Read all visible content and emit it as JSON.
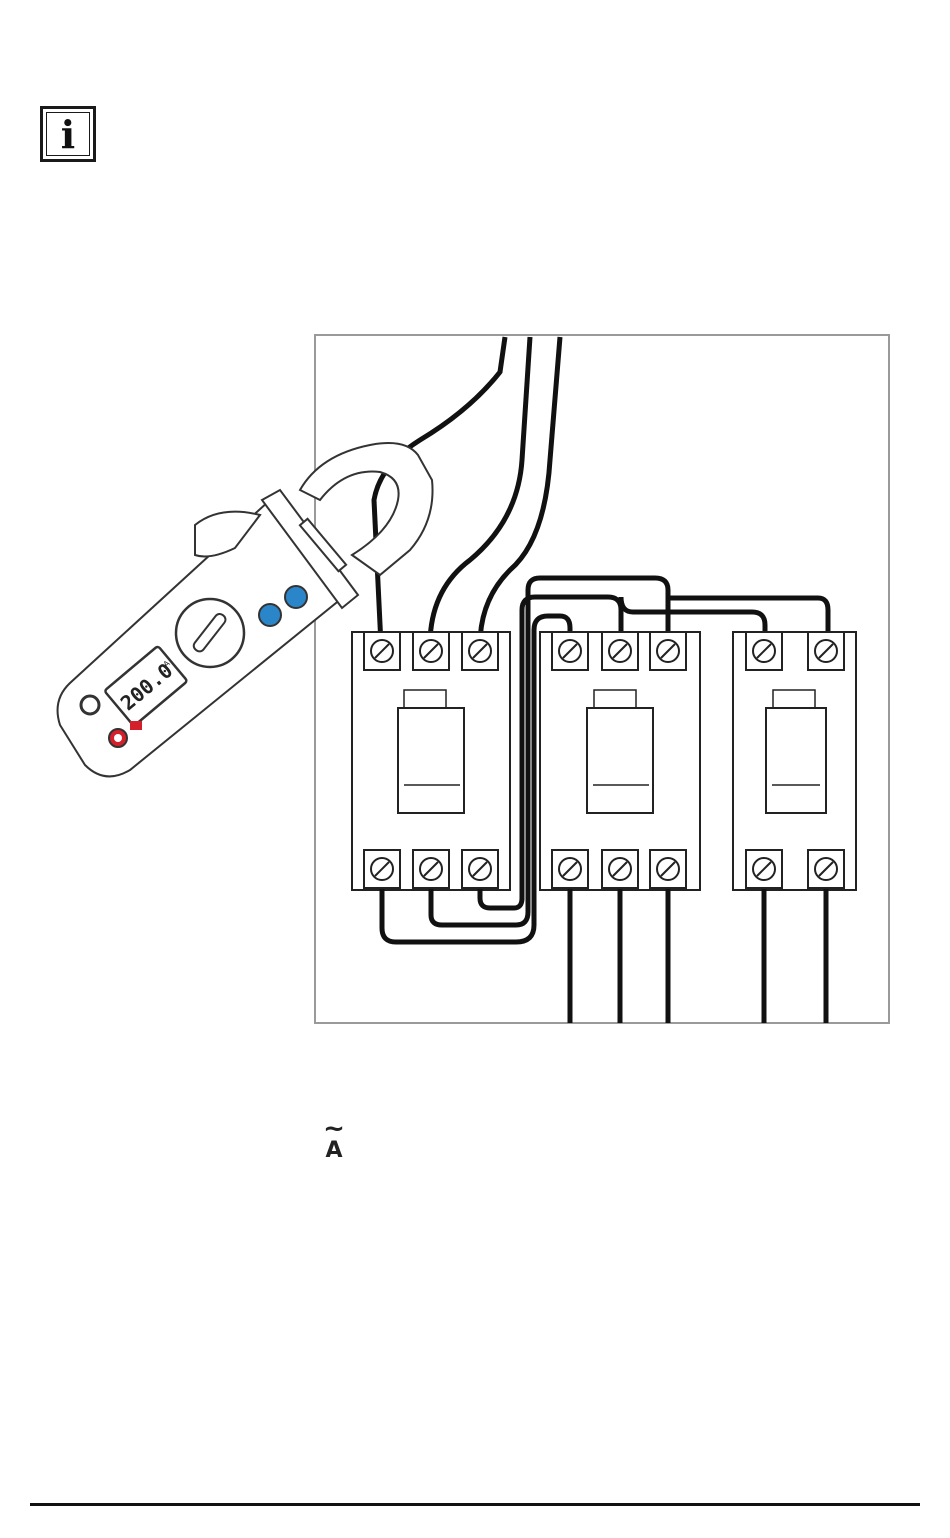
{
  "info_icon": {
    "icon": "info-icon",
    "letter": "i"
  },
  "meter": {
    "display": "200.0",
    "unit": "A"
  },
  "ac_symbol": {
    "tilde": "~",
    "letter": "A"
  },
  "colors": {
    "ink": "#111111",
    "button_blue": "#2a86c9",
    "jack_red": "#d4202a"
  }
}
